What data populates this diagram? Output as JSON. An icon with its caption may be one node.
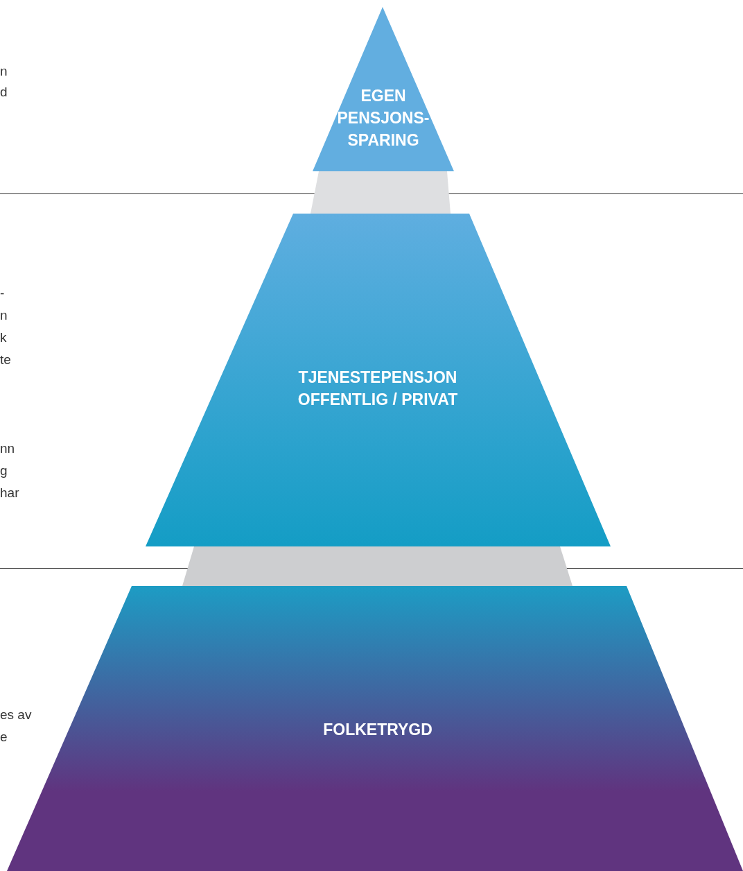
{
  "diagram": {
    "nodes": [
      {
        "text": [
          "EGEN PENSJONS- SPARING"
        ]
      },
      {
        "text": [
          "TJENESTEPENSJON OFFENTLIG / PRIVAT"
        ]
      },
      {
        "text": [
          "FOLKETRYGD"
        ]
      }
    ],
    "edges": [
      {
        "from": 0,
        "to": 1,
        "arrow": "none",
        "style": "thick",
        "color": "#dedfe1"
      },
      {
        "from": 1,
        "to": 2,
        "arrow": "none",
        "style": "thick",
        "color": "#cdced0"
      }
    ],
    "labels": [
      "n",
      "d",
      "-",
      "n",
      "k",
      "te",
      "nn",
      "g",
      "har",
      "es av",
      "e"
    ]
  }
}
